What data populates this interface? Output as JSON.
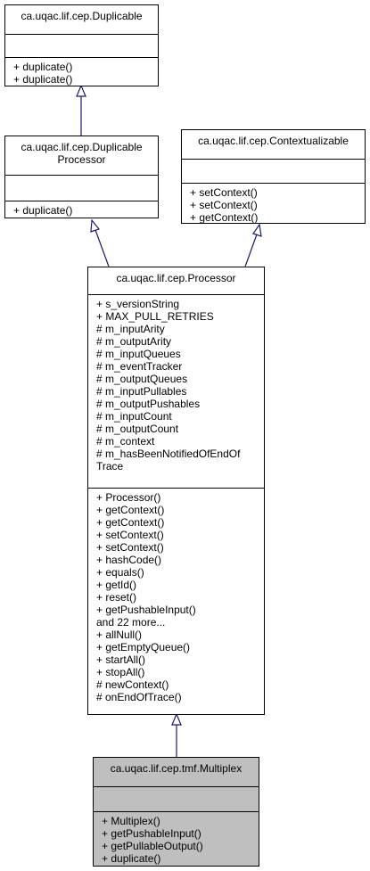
{
  "classes": {
    "duplicable": {
      "title": [
        "ca.uqac.lif.cep.Duplicable"
      ],
      "attributes": [],
      "operations": [
        "+ duplicate()",
        "+ duplicate()"
      ]
    },
    "duplicable_processor": {
      "title": [
        "ca.uqac.lif.cep.Duplicable",
        "Processor"
      ],
      "attributes": [],
      "operations": [
        "+ duplicate()"
      ]
    },
    "contextualizable": {
      "title": [
        "ca.uqac.lif.cep.Contextualizable"
      ],
      "attributes": [],
      "operations": [
        "+ setContext()",
        "+ setContext()",
        "+ getContext()"
      ]
    },
    "processor": {
      "title": [
        "ca.uqac.lif.cep.Processor"
      ],
      "attributes": [
        "+ s_versionString",
        "+ MAX_PULL_RETRIES",
        "# m_inputArity",
        "# m_outputArity",
        "# m_inputQueues",
        "# m_eventTracker",
        "# m_outputQueues",
        "# m_inputPullables",
        "# m_outputPushables",
        "# m_inputCount",
        "# m_outputCount",
        "# m_context",
        "# m_hasBeenNotifiedOfEndOf",
        "Trace"
      ],
      "operations": [
        "+ Processor()",
        "+ getContext()",
        "+ getContext()",
        "+ setContext()",
        "+ setContext()",
        "+ hashCode()",
        "+ equals()",
        "+ getId()",
        "+ reset()",
        "+ getPushableInput()",
        "and 22 more...",
        "+ allNull()",
        "+ getEmptyQueue()",
        "+ startAll()",
        "+ stopAll()",
        "# newContext()",
        "# onEndOfTrace()"
      ]
    },
    "multiplex": {
      "title": [
        "ca.uqac.lif.cep.tmf.Multiplex"
      ],
      "attributes": [],
      "operations": [
        "+ Multiplex()",
        "+ getPushableInput()",
        "+ getPullableOutput()",
        "+ duplicate()"
      ]
    }
  }
}
